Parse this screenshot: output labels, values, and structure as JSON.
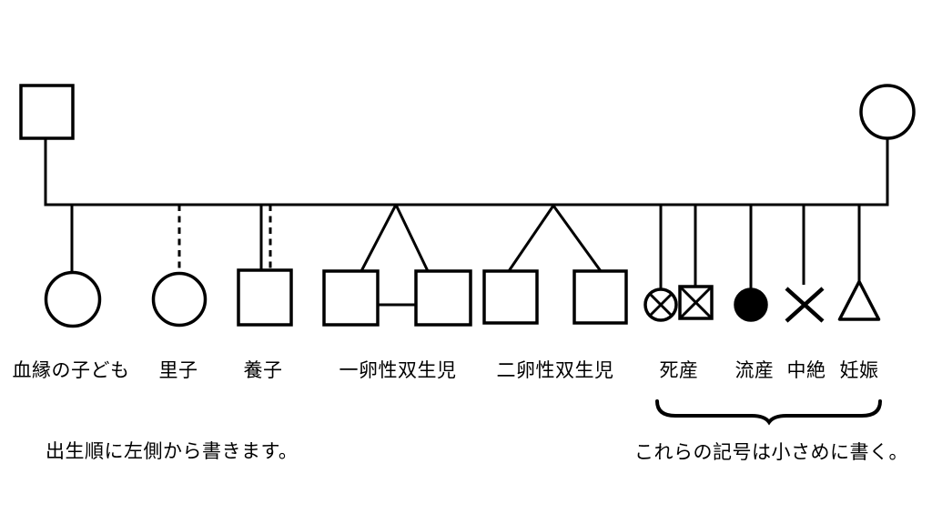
{
  "diagram": {
    "type": "genogram-legend",
    "colors": {
      "line": "#000000",
      "background": "#ffffff"
    },
    "parents": [
      {
        "id": "father",
        "symbol": "square-outline"
      },
      {
        "id": "mother",
        "symbol": "circle-outline"
      }
    ],
    "children": [
      {
        "id": "biological-child",
        "label": "血縁の子ども",
        "symbol": "circle-outline",
        "drop_line": "solid"
      },
      {
        "id": "foster-child",
        "label": "里子",
        "symbol": "circle-outline",
        "drop_line": "dashed"
      },
      {
        "id": "adopted-child",
        "label": "養子",
        "symbol": "square-outline",
        "drop_line": "solid-plus-dashed"
      },
      {
        "id": "identical-twins",
        "label": "一卵性双生児",
        "symbol": "two-squares-connected-bar",
        "drop_line": "forked"
      },
      {
        "id": "fraternal-twins",
        "label": "二卵性双生児",
        "symbol": "two-squares",
        "drop_line": "forked"
      },
      {
        "id": "stillbirth",
        "label": "死産",
        "symbol": "crossed-circle-and-crossed-square",
        "drop_line": "solid"
      },
      {
        "id": "miscarriage",
        "label": "流産",
        "symbol": "filled-circle",
        "drop_line": "solid"
      },
      {
        "id": "abortion",
        "label": "中絶",
        "symbol": "x-mark",
        "drop_line": "solid"
      },
      {
        "id": "pregnancy",
        "label": "妊娠",
        "symbol": "triangle-outline",
        "drop_line": "solid"
      }
    ],
    "notes": [
      {
        "id": "birth-order",
        "text": "出生順に左側から書きます。"
      },
      {
        "id": "small-symbols",
        "text": "これらの記号は小さめに書く。"
      }
    ]
  }
}
